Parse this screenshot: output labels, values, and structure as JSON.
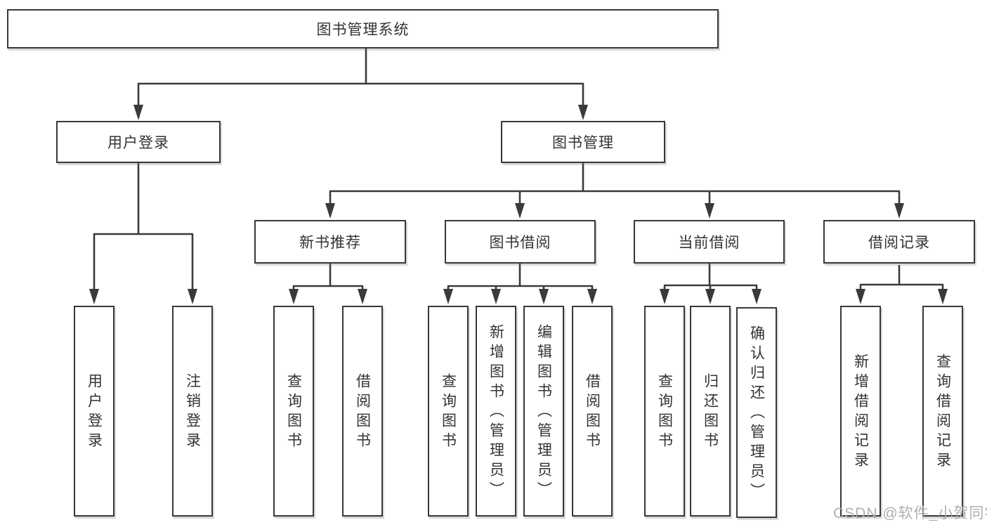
{
  "diagram": {
    "root": {
      "label": "图书管理系统"
    },
    "level2": [
      {
        "label": "用户登录",
        "leaves": [
          "用户登录",
          "注销登录"
        ]
      },
      {
        "label": "图书管理"
      }
    ],
    "level3": [
      {
        "label": "新书推荐",
        "leaves": [
          "查询图书",
          "借阅图书"
        ]
      },
      {
        "label": "图书借阅",
        "leaves": [
          "查询图书",
          "新增图书（管理员）",
          "编辑图书（管理员）",
          "借阅图书"
        ]
      },
      {
        "label": "当前借阅",
        "leaves": [
          "查询图书",
          "归还图书",
          "确认归还（管理员）"
        ]
      },
      {
        "label": "借阅记录",
        "leaves": [
          "新增借阅记录",
          "查询借阅记录"
        ]
      }
    ],
    "line_color": "#3a3a3a",
    "border_color": "#383838",
    "text_color": "#333333"
  },
  "watermark": {
    "text": "CSDN @软件_小贺同学"
  }
}
